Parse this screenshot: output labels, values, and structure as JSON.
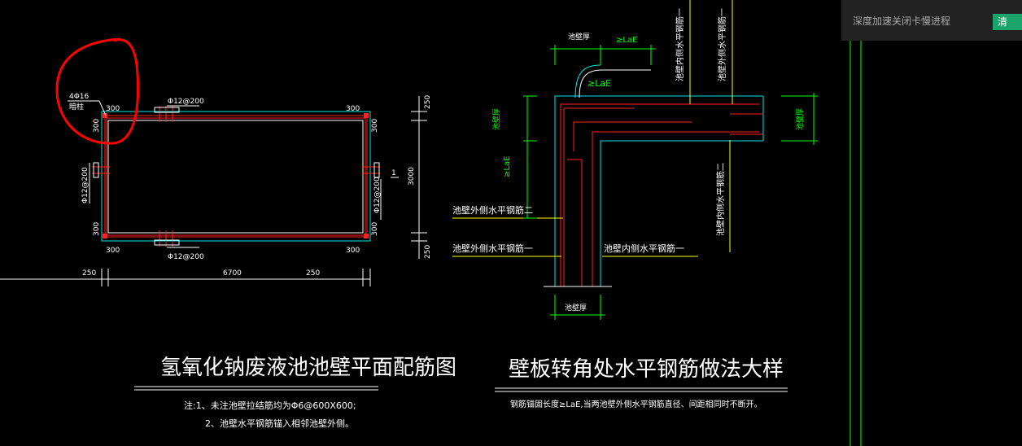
{
  "left_plan": {
    "rebar_callout_top": "4Φ16",
    "rebar_callout_bottom": "暗柱",
    "top_label": "Φ12@200",
    "bottom_label": "Φ12@200",
    "left_label": "Φ12@200",
    "right_label": "Φ12@200",
    "corner_dim": "300",
    "right_marker": "1",
    "dim_top": "250",
    "dim_mid": "3000",
    "dim_bottom": "250",
    "bottom_dim_left": "250",
    "bottom_dim_mid": "6700",
    "bottom_dim_right": "250",
    "title": "氢氧化钠废液池池壁平面配筋图",
    "note_line1": "注:1、未注池壁拉结筋均为Φ6@600X600;",
    "note_line2": "2、池壁水平钢筋锚入相邻池壁外侧。"
  },
  "right_detail": {
    "top_wall_label": "池壁厚",
    "top_lae": "≥LaE",
    "curve_lae": "≥LaE",
    "left_wall_label": "池壁厚",
    "left_lae": "≥LaE",
    "right_wall_label": "池壁厚",
    "bottom_wall_label": "池壁厚",
    "outer_bar_two": "池壁外侧水平钢筋二",
    "outer_bar_one": "池壁外侧水平钢筋一",
    "inner_bar_one": "池壁内侧水平钢筋一",
    "vert_inner_bar_one": "池壁内侧水平钢筋一",
    "vert_outer_bar_one": "池壁外侧水平钢筋一",
    "vert_inner_bar_two": "池壁内侧水平钢筋二",
    "title": "壁板转角处水平钢筋做法大样",
    "note": "钢筋锚固长度≥LaE,当两池壁外侧水平钢筋直径、间距相同时不断开。"
  },
  "toast": {
    "message": "深度加速关闭卡慢进程",
    "button_partial": "清"
  },
  "colors": {
    "background": "#000000",
    "wall_outline": "#00e5e5",
    "rebar": "#ff2020",
    "dimension": "#00ff00",
    "leader": "#ffff00",
    "text": "#ffffff",
    "annotation_circle": "#ff0000"
  }
}
